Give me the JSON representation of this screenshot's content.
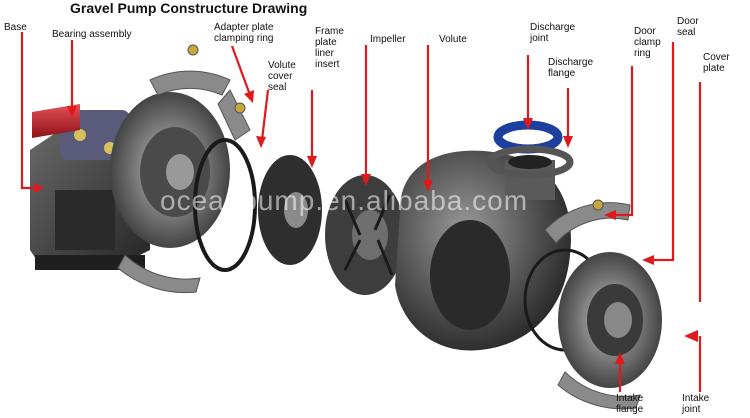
{
  "title": "Gravel Pump Constructure Drawing",
  "watermark": "oceanpump.en.alibaba.com",
  "labels": {
    "base": "Base",
    "bearing_assembly": "Bearing assembly",
    "adapter_plate_clamping_ring": "Adapter plate\nclamping ring",
    "volute_cover_seal": "Volute\ncover\nseal",
    "frame_plate_liner_insert": "Frame\nplate\nliner\ninsert",
    "impeller": "Impeller",
    "volute": "Volute",
    "discharge_joint": "Discharge\njoint",
    "discharge_flange": "Discharge\nflange",
    "door_clamp_ring": "Door\nclamp\nring",
    "door_seal": "Door\nseal",
    "cover_plate": "Cover\nplate",
    "intake_flange": "Intake\nflange",
    "intake_joint": "Intake\njoint"
  },
  "colors": {
    "leader_line": "#e0191b",
    "casing_dark": "#3a3a3a",
    "casing_mid": "#6b6b6b",
    "shaft": "#c8202a",
    "seal_blue": "#1d3fa0",
    "background": "#ffffff"
  }
}
